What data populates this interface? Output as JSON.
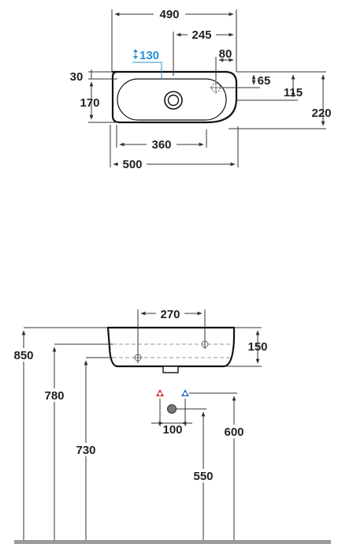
{
  "colors": {
    "line": "#111111",
    "dimension": "#333333",
    "accent": "#2b8fd6",
    "hot_valve": "#d93030",
    "cold_valve": "#2b6fd6",
    "waste": "#777777",
    "floor": "#9a9a9a"
  },
  "top_view": {
    "overall_width": "490",
    "tap_offset": "245",
    "right_hole_offset": "80",
    "bowl_depth_label": "130",
    "edge_depth": "30",
    "bowl_length": "170",
    "hole_depth": "65",
    "right_depth": "115",
    "total_depth": "220",
    "bowl_width": "360",
    "outer_width": "500"
  },
  "front_view": {
    "fixing_distance": "270",
    "basin_height": "150",
    "rim_height": "850",
    "fixing_height": "780",
    "bottom_height": "730",
    "supply_height": "600",
    "supply_spacing": "100",
    "waste_height": "550"
  },
  "icons": {
    "depth_arrow": "up-down-arrow-icon",
    "hot": "hot-water-valve-icon",
    "cold": "cold-water-valve-icon",
    "waste": "waste-outlet-icon"
  }
}
